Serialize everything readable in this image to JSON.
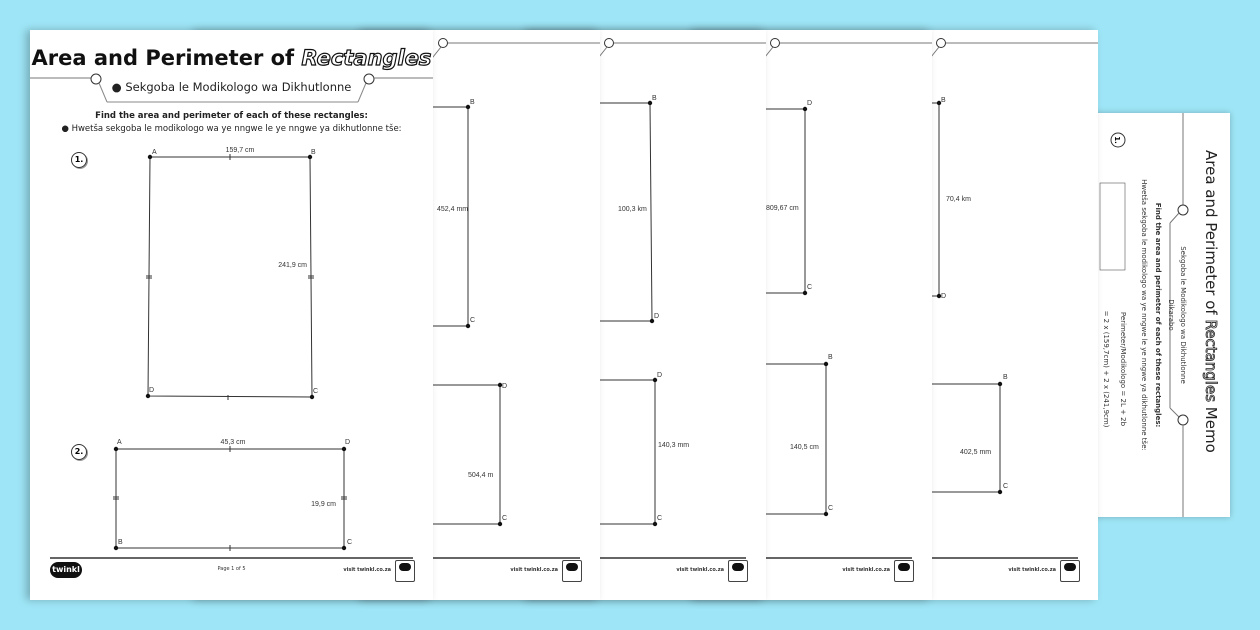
{
  "worksheet": {
    "title_plain": "Area and Perimeter of ",
    "title_outline": "Rectangles",
    "subtitle": "Sekgoba le Modikologo wa Dikhutlonne",
    "instruction_en": "Find the area and perimeter of each of these rectangles:",
    "instruction_st": "Hwetša sekgoba le modikologo wa ye nngwe le ye nngwe ya dikhutlonne tše:",
    "title_short": "Area and Perimeter of Rectangles",
    "footer": {
      "logo": "twinkl",
      "page": "Page 1 of 5",
      "visit": "visit twinkl.co.za"
    }
  },
  "page1": {
    "q1": {
      "number": "1.",
      "vertices": [
        "A",
        "B",
        "C",
        "D"
      ],
      "top": "159,7 cm",
      "side": "241,9 cm"
    },
    "q2": {
      "number": "2.",
      "vertices": [
        "A",
        "D",
        "C",
        "B"
      ],
      "top": "45,3 cm",
      "side": "19,9 cm"
    }
  },
  "page2": {
    "top": {
      "vertices": [
        "B",
        "C"
      ],
      "side": "452,4 mm"
    },
    "bottom": {
      "vertices": [
        "D",
        "C"
      ],
      "side": "504,4 m"
    }
  },
  "page3": {
    "top": {
      "vertices": [
        "B",
        "D"
      ],
      "side": "100,3 km"
    },
    "bottom": {
      "vertices": [
        "D",
        "C"
      ],
      "side": "140,3 mm"
    }
  },
  "page4": {
    "top": {
      "vertices": [
        "D",
        "C"
      ],
      "side": "809,67 cm"
    },
    "bottom": {
      "vertices": [
        "B",
        "C"
      ],
      "side": "140,5 cm"
    }
  },
  "page5": {
    "top": {
      "vertices": [
        "B",
        "D"
      ],
      "side": "70,4 km"
    },
    "bottom": {
      "vertices": [
        "B",
        "C"
      ],
      "side": "402,5 mm"
    }
  },
  "memo": {
    "title_plain": "Area and Perimeter of ",
    "title_outline": "Rectangles",
    "title_end": " Memo",
    "subtitle": "Sekgoba le Modikologo wa Dikhutlonne",
    "subtitle2": "Dikarabo",
    "instruction_en": "Find the area and perimeter of each of these rectangles:",
    "instruction_st": "Hwetša sekgoba le modikologo wa ye nngwe le ye nngwe ya dikhutlonne tše:",
    "q_number": "1.",
    "formula": "Perimeter/Modikologo = 2L + 2b",
    "working": "= 2 x (159,7cm) + 2 x (241,9cm)"
  },
  "colors": {
    "background": "#9ee6f7",
    "page": "#ffffff",
    "ink": "#111111"
  }
}
